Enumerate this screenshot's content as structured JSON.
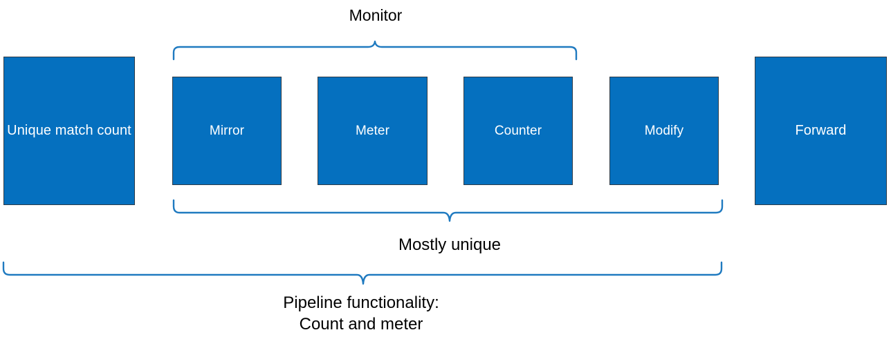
{
  "diagram": {
    "title": "Pipeline functionality diagram",
    "colors": {
      "box_fill": "#0570BF",
      "box_border": "#2E3B47",
      "brace_stroke": "#1F7AC0",
      "box_text": "#FFFFFF",
      "label_text": "#000000",
      "background": "#FFFFFF"
    },
    "boxes": [
      {
        "id": "unique-match-count",
        "label": "Unique match\ncount"
      },
      {
        "id": "mirror",
        "label": "Mirror"
      },
      {
        "id": "meter",
        "label": "Meter"
      },
      {
        "id": "counter",
        "label": "Counter"
      },
      {
        "id": "modify",
        "label": "Modify"
      },
      {
        "id": "forward",
        "label": "Forward"
      }
    ],
    "braces": [
      {
        "id": "monitor",
        "label": "Monitor",
        "direction": "up",
        "spans": [
          "mirror",
          "meter",
          "counter"
        ]
      },
      {
        "id": "mostly-unique",
        "label": "Mostly unique",
        "direction": "down",
        "spans": [
          "mirror",
          "meter",
          "counter",
          "modify"
        ]
      },
      {
        "id": "pipeline-functionality",
        "label": "Pipeline functionality:\nCount and meter",
        "direction": "down",
        "spans": [
          "unique-match-count",
          "mirror",
          "meter",
          "counter",
          "modify"
        ]
      }
    ]
  }
}
